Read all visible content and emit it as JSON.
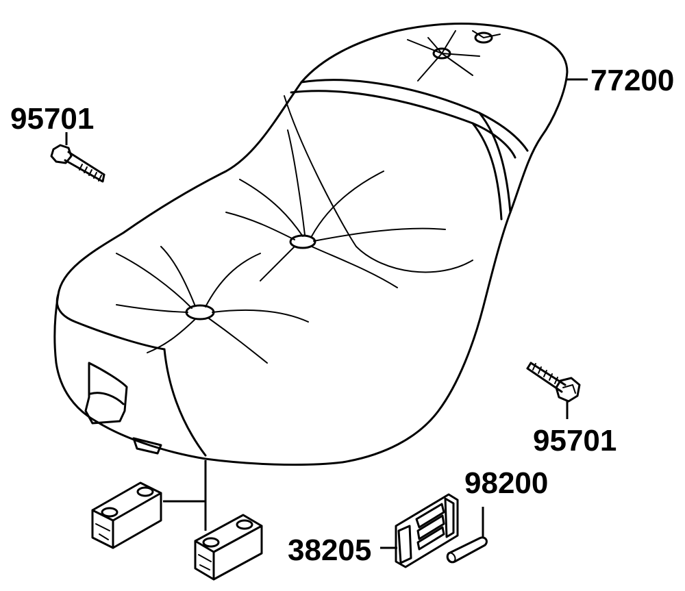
{
  "labels": {
    "seat": "77200",
    "bolt_left": "95701",
    "bolt_right": "95701",
    "pin": "98200",
    "lock": "38205"
  }
}
